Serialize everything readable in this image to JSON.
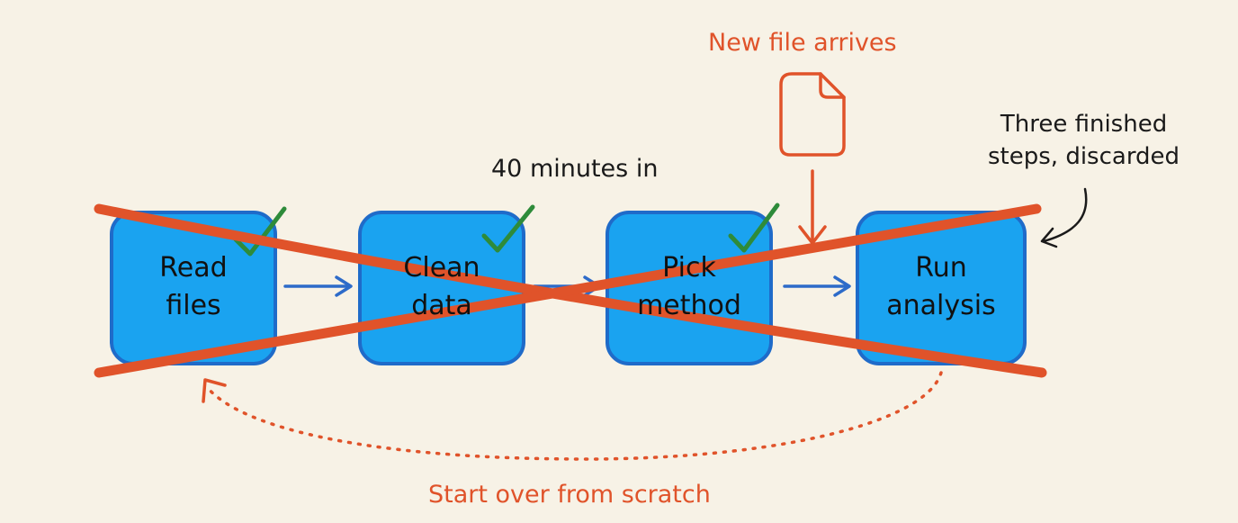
{
  "steps": [
    {
      "label_line1": "Read",
      "label_line2": "files",
      "done": true
    },
    {
      "label_line1": "Clean",
      "label_line2": "data",
      "done": true
    },
    {
      "label_line1": "Pick",
      "label_line2": "method",
      "done": true
    },
    {
      "label_line1": "Run",
      "label_line2": "analysis",
      "done": false
    }
  ],
  "annotations": {
    "elapsed": "40 minutes in",
    "new_file": "New file arrives",
    "discarded_line1": "Three finished",
    "discarded_line2": "steps, discarded",
    "restart": "Start over from scratch"
  },
  "colors": {
    "background": "#f7f2e6",
    "box_fill": "#1aa3f0",
    "box_stroke": "#1f6bc9",
    "flow_arrow": "#2d6bc9",
    "cross_out": "#e0532a",
    "annotation_red": "#e0532a",
    "check": "#2e8b3a",
    "text": "#111111"
  },
  "icons": {
    "new_file": "file-icon",
    "done_marker": "checkmark-icon"
  }
}
